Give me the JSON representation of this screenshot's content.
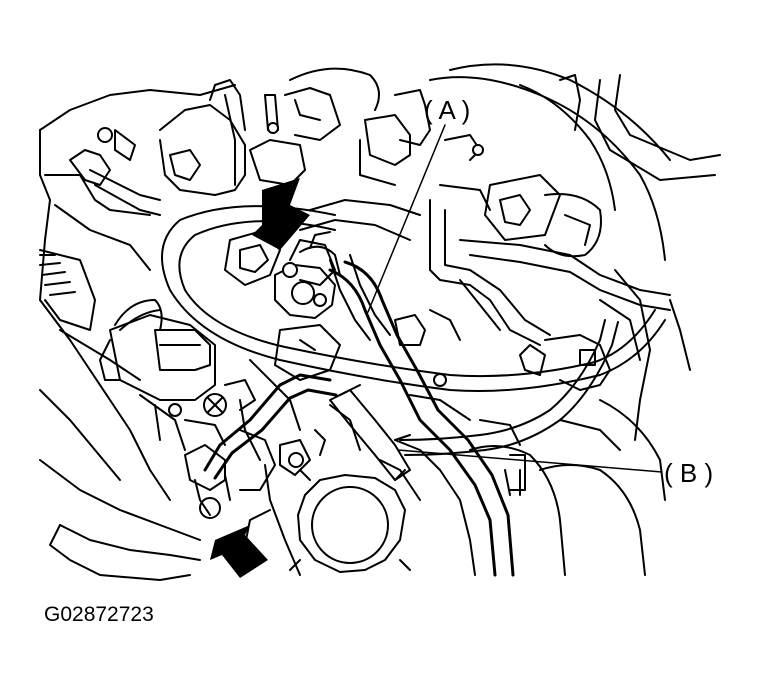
{
  "labels": {
    "a": "( A )",
    "b": "( B )"
  },
  "figure_id": "G02872723"
}
